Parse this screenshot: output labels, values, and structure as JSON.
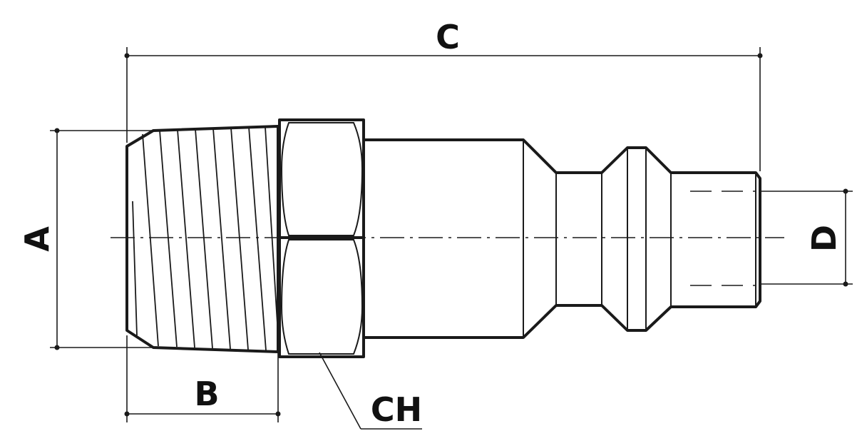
{
  "labels": {
    "a": "A",
    "b": "B",
    "c": "C",
    "d": "D",
    "ch": "CH"
  }
}
